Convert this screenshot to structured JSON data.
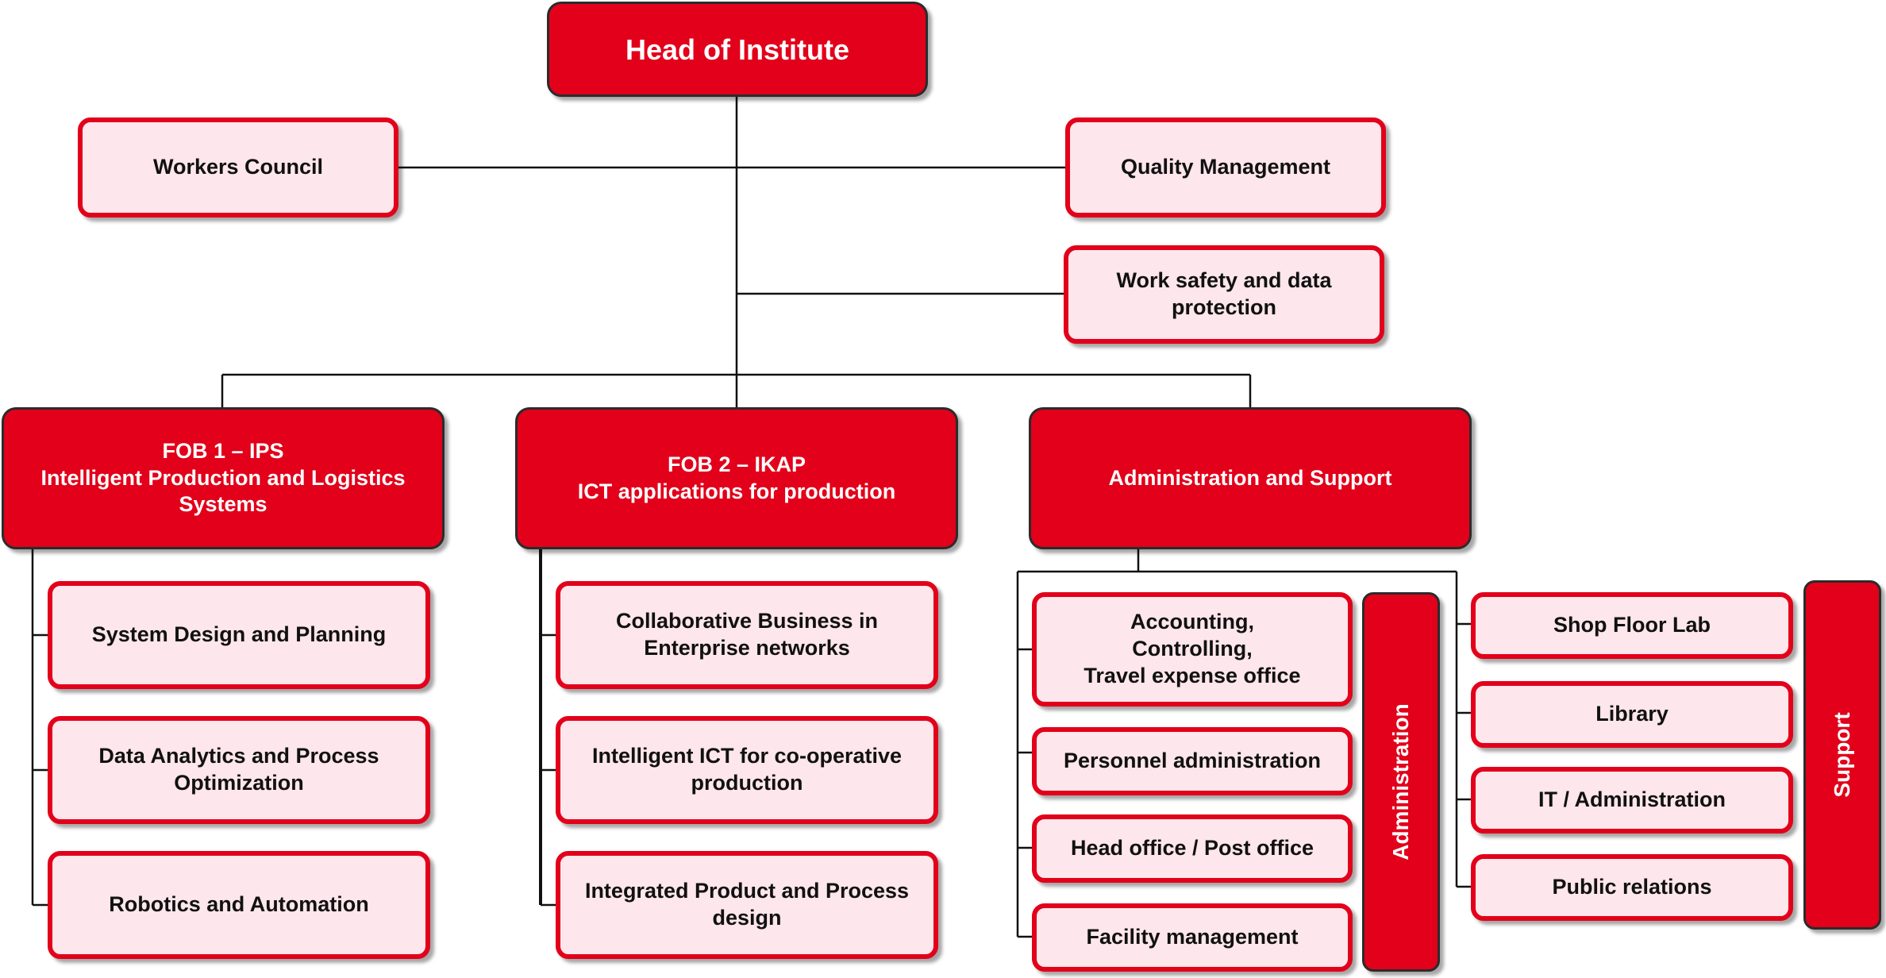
{
  "head": "Head of Institute",
  "staff": {
    "workers_council": "Workers Council",
    "quality_management": "Quality Management",
    "work_safety": "Work safety and data\nprotection"
  },
  "departments": [
    {
      "title": "FOB 1 – IPS\nIntelligent Production and Logistics\nSystems",
      "units": [
        "System Design and Planning",
        "Data Analytics and Process\nOptimization",
        "Robotics and Automation"
      ]
    },
    {
      "title": "FOB 2 – IKAP\nICT applications for production",
      "units": [
        "Collaborative Business in\nEnterprise networks",
        "Intelligent ICT for co-operative\nproduction",
        "Integrated Product and Process\ndesign"
      ]
    },
    {
      "title": "Administration and Support",
      "administration": {
        "label": "Administration",
        "units": [
          "Accounting,\nControlling,\nTravel expense office",
          "Personnel administration",
          "Head office / Post office",
          "Facility management"
        ]
      },
      "support": {
        "label": "Support",
        "units": [
          "Shop Floor Lab",
          "Library",
          "IT / Administration",
          "Public relations"
        ]
      }
    }
  ],
  "colors": {
    "primary_red": "#e2001a",
    "unit_fill": "#fde6ec",
    "line": "#111111"
  }
}
